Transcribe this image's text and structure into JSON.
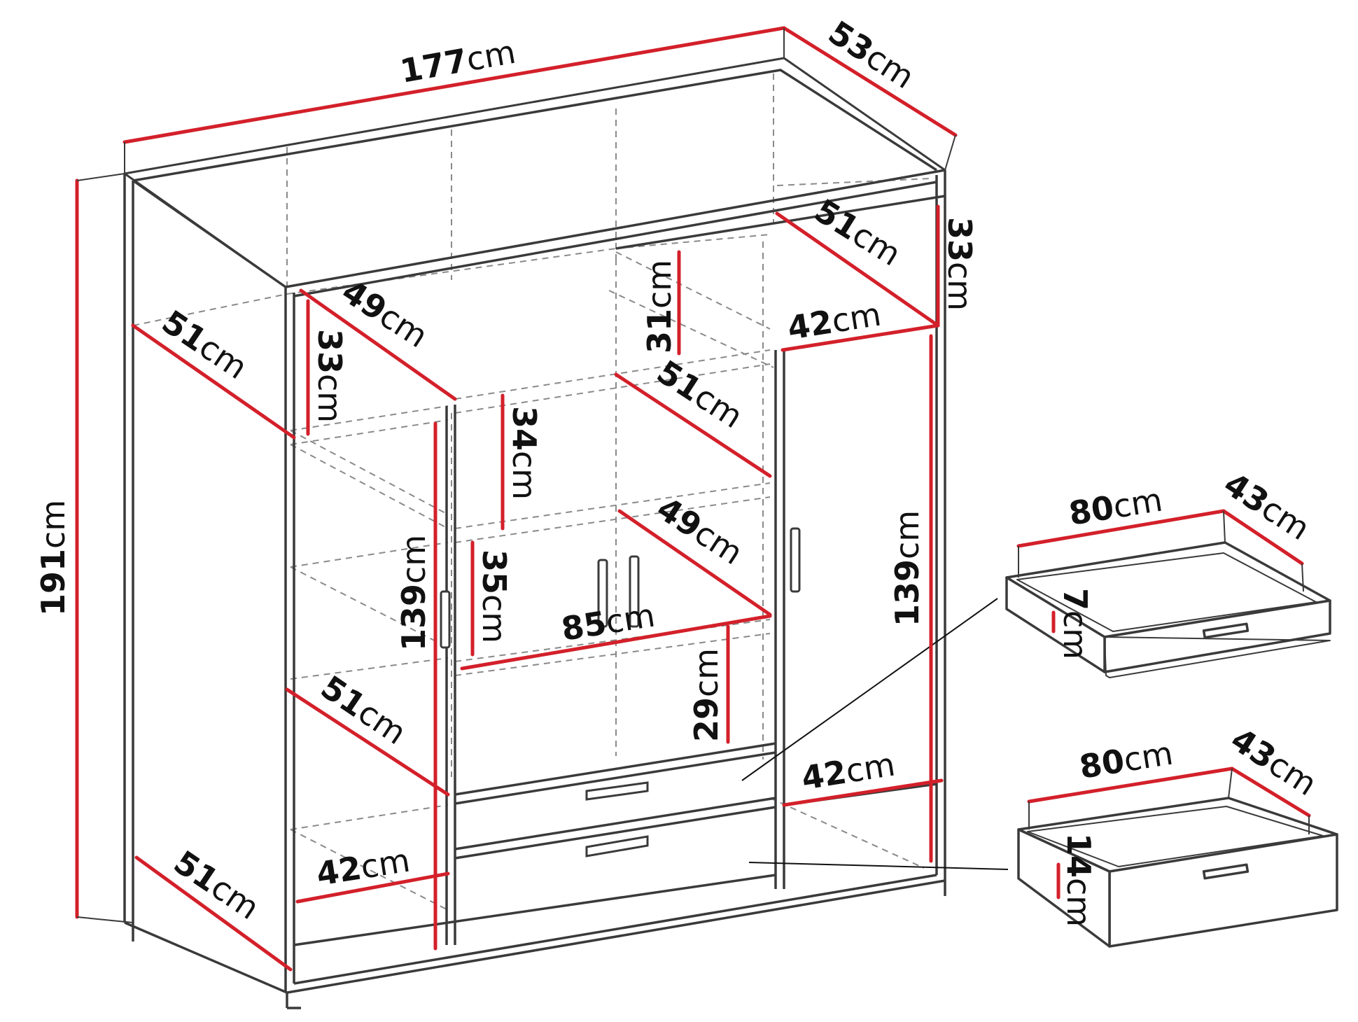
{
  "colors": {
    "outline": "#3a3a3a",
    "dashed": "#8a8a8a",
    "dimension": "#d3202a",
    "text": "#111111",
    "background": "#ffffff"
  },
  "unit": "cm",
  "dimensions": {
    "overall_width": "177",
    "overall_depth": "53",
    "overall_height": "191",
    "left_top_depth": "51",
    "left_top_shelf_depth": "49",
    "left_top_height": "33",
    "left_mid_height": "139",
    "left_mid_depth": "51",
    "left_bottom_width": "42",
    "left_bottom_depth": "51",
    "center_upper_height": "34",
    "center_lower_height": "35",
    "center_width": "85",
    "center_top_compartment_height": "31",
    "center_shelf_depth_upper": "51",
    "center_shelf_depth_lower": "49",
    "center_bottom_height": "29",
    "right_top_depth": "51",
    "right_top_height": "33",
    "right_top_width": "42",
    "right_height": "139",
    "right_bottom_width": "42",
    "drawer1_width": "80",
    "drawer1_depth": "43",
    "drawer1_height": "7",
    "drawer2_width": "80",
    "drawer2_depth": "43",
    "drawer2_height": "14"
  }
}
